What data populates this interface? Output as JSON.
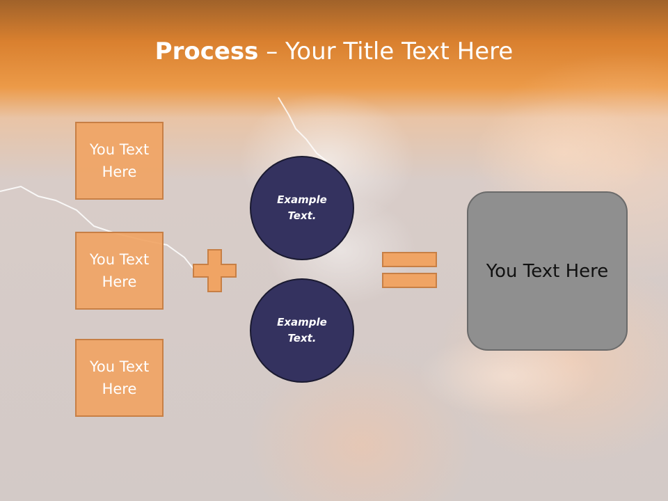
{
  "title": {
    "bold": "Process",
    "dash": " – ",
    "rest": "Your Title Text Here"
  },
  "boxes": [
    {
      "label": "You Text Here"
    },
    {
      "label": "You Text Here"
    },
    {
      "label": "You Text Here"
    }
  ],
  "circles": [
    {
      "label": "Example Text."
    },
    {
      "label": "Example Text."
    }
  ],
  "result": {
    "label": "You Text Here"
  },
  "colors": {
    "box_fill": "#f0a464",
    "circle_fill": "#34325f",
    "result_fill": "#8f8f8f",
    "operator_fill": "#f0a464"
  }
}
